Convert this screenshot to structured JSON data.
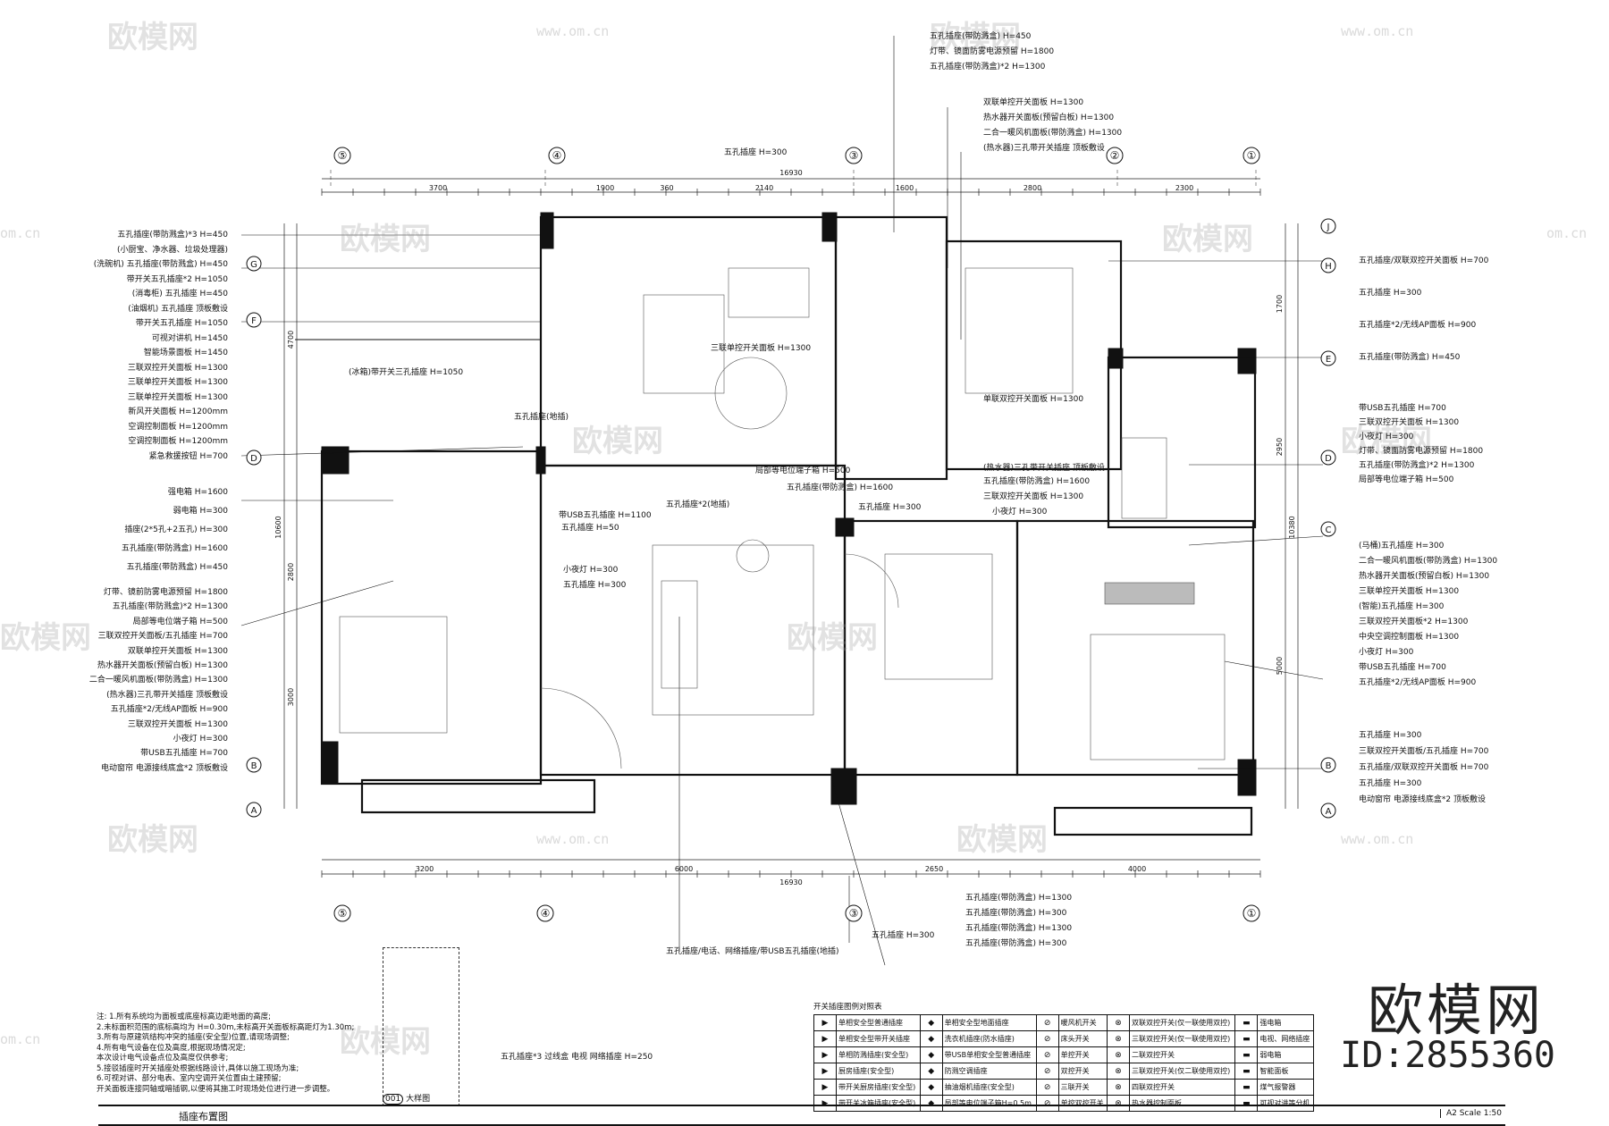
{
  "sheet": {
    "title": "插座布置图",
    "scale": "A2 Scale 1:50",
    "legend_title": "开关插座图例对照表",
    "detail_label": "大样图",
    "detail_tag": "001",
    "detail_note": "五孔插座*3 过线盒 电视 网络插座 H=250"
  },
  "axes": {
    "top": [
      "⑤",
      "④",
      "③",
      "②",
      "①"
    ],
    "bottom": [
      "⑤",
      "④",
      "③",
      "①"
    ],
    "left": [
      "G",
      "F",
      "D",
      "B",
      "A"
    ],
    "right": [
      "J",
      "H",
      "E",
      "D",
      "C",
      "B",
      "A"
    ]
  },
  "dimensions": {
    "top_total": "16930",
    "top": [
      "3700",
      "1900",
      "360",
      "2140",
      "1600",
      "2800",
      "2300"
    ],
    "bottom_total": "16930",
    "bottom": [
      "3200",
      "6000",
      "2650",
      "4000"
    ],
    "left": [
      "4700",
      "10600",
      "2800",
      "3000"
    ],
    "right": [
      "1700",
      "2950",
      "10380",
      "5000"
    ]
  },
  "left_labels": [
    "五孔插座(带防溅盒)*3 H=450",
    "(小厨宝、净水器、垃圾处理器)",
    "(洗碗机) 五孔插座(带防溅盒) H=450",
    "带开关五孔插座*2 H=1050",
    "(消毒柜) 五孔插座 H=450",
    "(油烟机) 五孔插座 顶板敷设",
    "带开关五孔插座 H=1050",
    "可视对讲机 H=1450",
    "智能场景面板 H=1450",
    "三联双控开关面板 H=1300",
    "三联单控开关面板 H=1300",
    "三联单控开关面板 H=1300",
    "新风开关面板 H=1200mm",
    "空调控制面板 H=1200mm",
    "空调控制面板 H=1200mm",
    "紧急救援按钮 H=700",
    "强电箱 H=1600",
    "弱电箱 H=300",
    "插座(2*5孔+2五孔) H=300",
    "五孔插座(带防溅盒) H=1600",
    "五孔插座(带防溅盒) H=450",
    "灯带、镜前防雾电源预留 H=1800",
    "五孔插座(带防溅盒)*2 H=1300",
    "局部等电位端子箱 H=500",
    "三联双控开关面板/五孔插座 H=700",
    "双联单控开关面板 H=1300",
    "热水器开关面板(预留白板) H=1300",
    "二合一暖风机面板(带防溅盒) H=1300",
    "(热水器)三孔带开关插座 顶板敷设",
    "五孔插座*2/无线AP面板 H=900",
    "三联双控开关面板 H=1300",
    "小夜灯 H=300",
    "带USB五孔插座 H=700",
    "电动窗帘 电源接线底盒*2 顶板敷设"
  ],
  "right_labels": [
    "五孔插座/双联双控开关面板 H=700",
    "五孔插座 H=300",
    "五孔插座*2/无线AP面板 H=900",
    "五孔插座(带防溅盒) H=450",
    "带USB五孔插座 H=700",
    "三联双控开关面板 H=1300",
    "小夜灯 H=300",
    "灯带、镜面防雾电源预留 H=1800",
    "五孔插座(带防溅盒)*2 H=1300",
    "局部等电位端子箱 H=500",
    "(马桶)五孔插座 H=300",
    "二合一暖风机面板(带防溅盒) H=1300",
    "热水器开关面板(预留白板) H=1300",
    "三联单控开关面板 H=1300",
    "(智能)五孔插座 H=300",
    "三联双控开关面板*2 H=1300",
    "中央空调控制面板 H=1300",
    "小夜灯 H=300",
    "带USB五孔插座 H=700",
    "五孔插座*2/无线AP面板 H=900",
    "五孔插座 H=300",
    "三联双控开关面板/五孔插座 H=700",
    "五孔插座/双联双控开关面板 H=700",
    "五孔插座 H=300",
    "电动窗帘 电源接线底盒*2 顶板敷设"
  ],
  "top_labels": [
    "五孔插座(带防溅盒) H=450",
    "灯带、镜面防雾电源预留 H=1800",
    "五孔插座(带防溅盒)*2 H=1300",
    "双联单控开关面板 H=1300",
    "热水器开关面板(预留白板) H=1300",
    "二合一暖风机面板(带防溅盒) H=1300",
    "(热水器)三孔带开关插座 顶板敷设",
    "五孔插座 H=300"
  ],
  "center_labels": [
    "三联单控开关面板 H=1300",
    "(冰箱)带开关三孔插座 H=1050",
    "五孔插座(地插)",
    "局部等电位端子箱 H=500",
    "五孔插座(带防溅盒) H=1600",
    "带USB五孔插座 H=1100",
    "五孔插座 H=50",
    "五孔插座*2(地插)",
    "小夜灯 H=300",
    "五孔插座 H=300",
    "五孔插座 H=300",
    "单联双控开关面板 H=1300",
    "(热水器)三孔带开关插座 顶板敷设",
    "五孔插座(带防溅盒) H=1600",
    "三联双控开关面板 H=1300",
    "小夜灯 H=300"
  ],
  "bottom_labels": [
    "五孔插座(带防溅盒) H=1300",
    "五孔插座(带防溅盒) H=300",
    "五孔插座(带防溅盒) H=1300",
    "五孔插座(带防溅盒) H=300",
    "五孔插座 H=300",
    "五孔插座/电话、网络插座/带USB五孔插座(地插)"
  ],
  "notes": [
    "注: 1.所有系统均为面板或底座标高边距地面的高度;",
    "2.未标面积范围的底标高均为 H=0.30m,未标高开关面板标高距灯为1.30m;",
    "3.所有与原建筑结构冲突的插座(安全型)位置,请现场调整;",
    "4.所有电气设备在位及高度,根据现场情况定;",
    "本次设计电气设备点位及高度仅供参考;",
    "5.接驳插座时开关插座处根据线路设计,具体以施工现场为准;",
    "6.可视对讲、部分电表、室内空调开关位置由土建预留;",
    "开关面板连接同轴或暗插钢,以便将其施工时现场处位进行进一步调整。"
  ],
  "legend": [
    [
      "单相安全型普通插座",
      "单相安全型地面插座",
      "暖风机开关",
      "双联双控开关(仅一联使用双控)",
      "强电箱"
    ],
    [
      "单相安全型带开关插座",
      "洗衣机插座(防水插座)",
      "床头开关",
      "三联双控开关(仅一联使用双控)",
      "电视、网络插座"
    ],
    [
      "单相防溅插座(安全型)",
      "带USB单相安全型普通插座",
      "单控开关",
      "二联双控开关",
      "弱电箱"
    ],
    [
      "厨房插座(安全型)",
      "防溅空调插座",
      "双控开关",
      "三联双控开关(仅二联使用双控)",
      "智能面板"
    ],
    [
      "带开关厨房插座(安全型)",
      "抽油烟机插座(安全型)",
      "三联开关",
      "四联双控开关",
      "煤气报警器"
    ],
    [
      "带开关冰箱插座(安全型)",
      "局部等电位端子箱H=0.5m",
      "单控双控开关",
      "热水器控制面板",
      "可视对讲等分机"
    ]
  ],
  "watermarks": {
    "brand": "欧模网",
    "site": "www.om.cn",
    "domain_short": "om.cn",
    "id": "ID:2855360"
  }
}
